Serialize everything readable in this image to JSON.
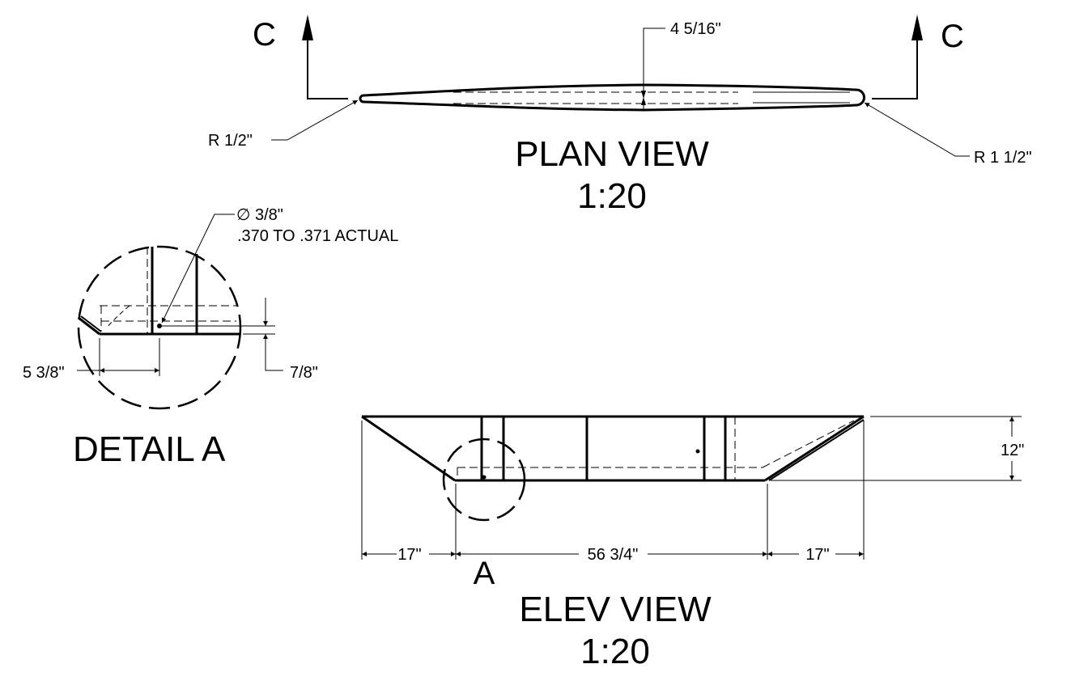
{
  "plan_view": {
    "title": "PLAN VIEW",
    "scale": "1:20",
    "section_marker_left": "C",
    "section_marker_right": "C",
    "width_dim": "4 5/16\"",
    "radius_left": "R 1/2\"",
    "radius_right": "R 1 1/2\""
  },
  "detail_a": {
    "title": "DETAIL A",
    "hole_diameter": "∅ 3/8\"",
    "hole_tolerance": ".370 TO .371 ACTUAL",
    "horizontal_dim": "5 3/8\"",
    "vertical_dim": "7/8\""
  },
  "elev_view": {
    "title": "ELEV VIEW",
    "scale": "1:20",
    "detail_callout": "A",
    "left_dim": "17\"",
    "center_dim": "56 3/4\"",
    "right_dim": "17\"",
    "height_dim": "12\""
  }
}
